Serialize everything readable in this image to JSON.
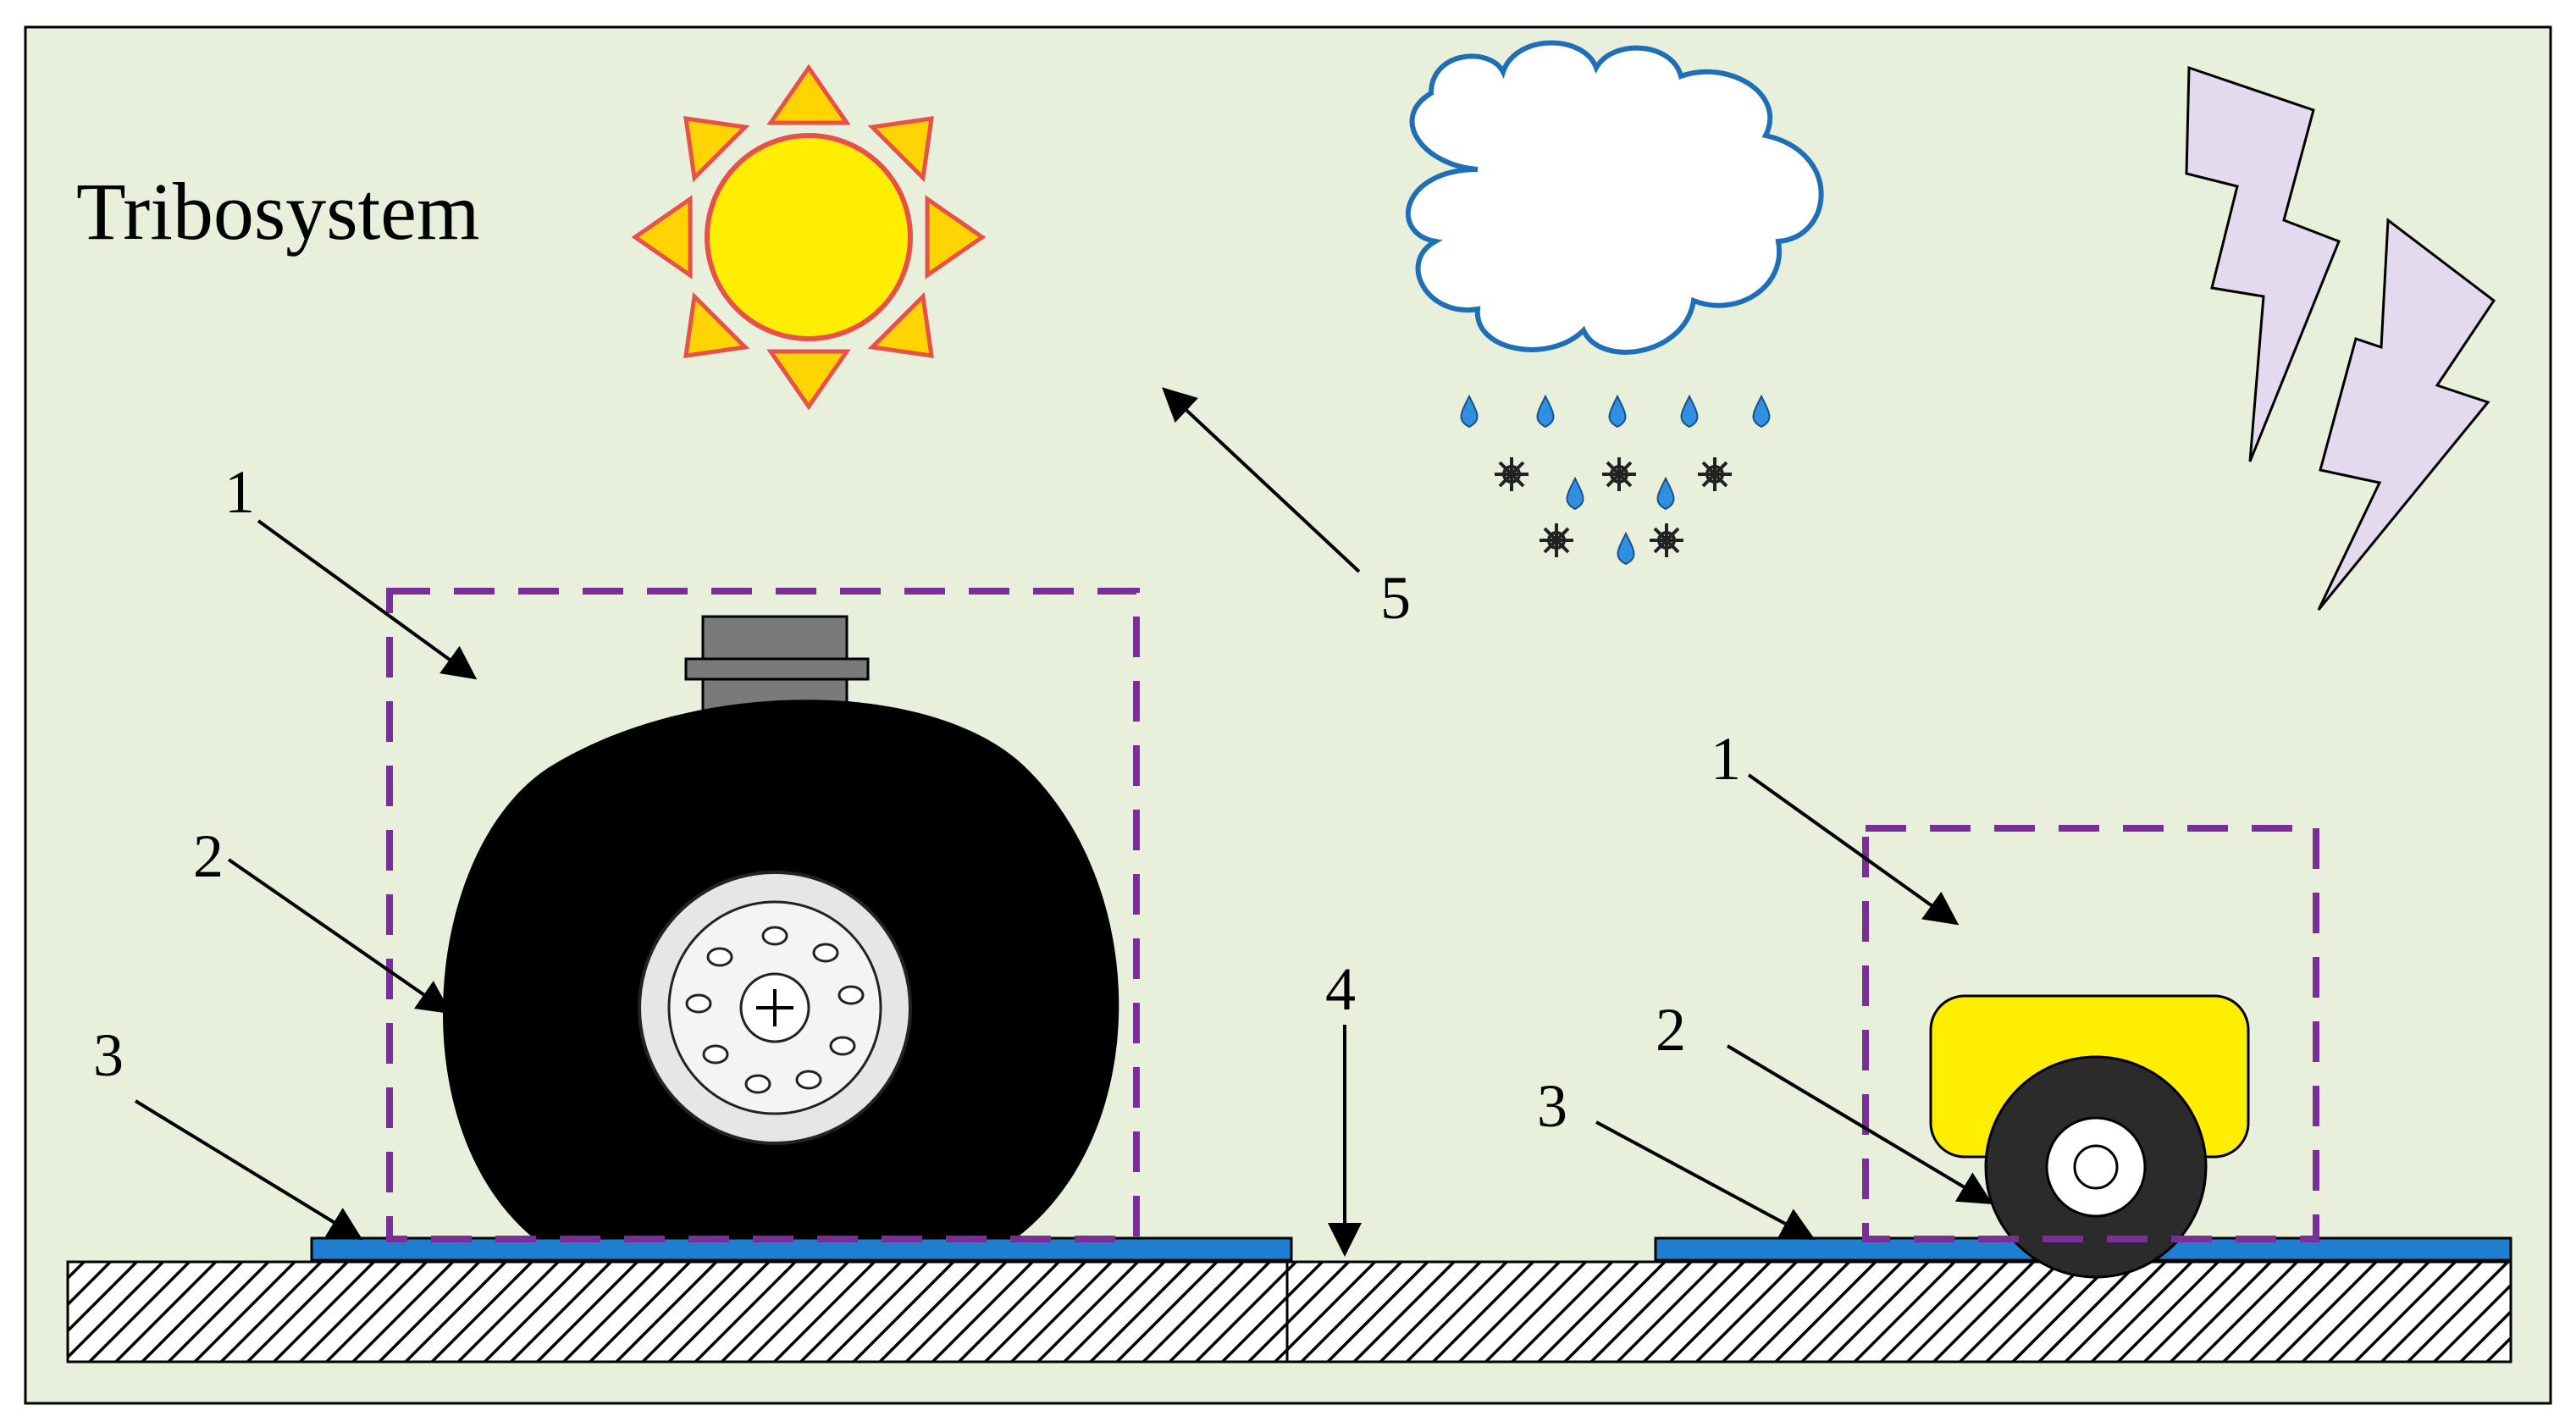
{
  "title": "Tribosystem",
  "colors": {
    "background": "#e8f0dc",
    "frame": "#000000",
    "dashed_box": "#7a2e9a",
    "contact_layer": "#1f7ed0",
    "ground_hatch": "#000000",
    "sun_core": "#ffee00",
    "sun_outline": "#e8504a",
    "sun_ray": "#ffd400",
    "cloud_outline": "#1e6fb8",
    "raindrop": "#2f8fe0",
    "lightning_fill": "#e3daf0",
    "wheel_rim": "#e6e6e6",
    "cart_body": "#ffee00",
    "valve": "#7a7a7a"
  },
  "labels": {
    "left_1": "1",
    "left_2": "2",
    "left_3": "3",
    "center_4": "4",
    "center_5": "5",
    "right_1": "1",
    "right_2": "2",
    "right_3": "3"
  },
  "icons": [
    "sun-icon",
    "cloud-icon",
    "raindrop-icon",
    "snowflake-icon",
    "lightning-icon",
    "wheel-icon",
    "cart-icon",
    "arrow-icon"
  ]
}
